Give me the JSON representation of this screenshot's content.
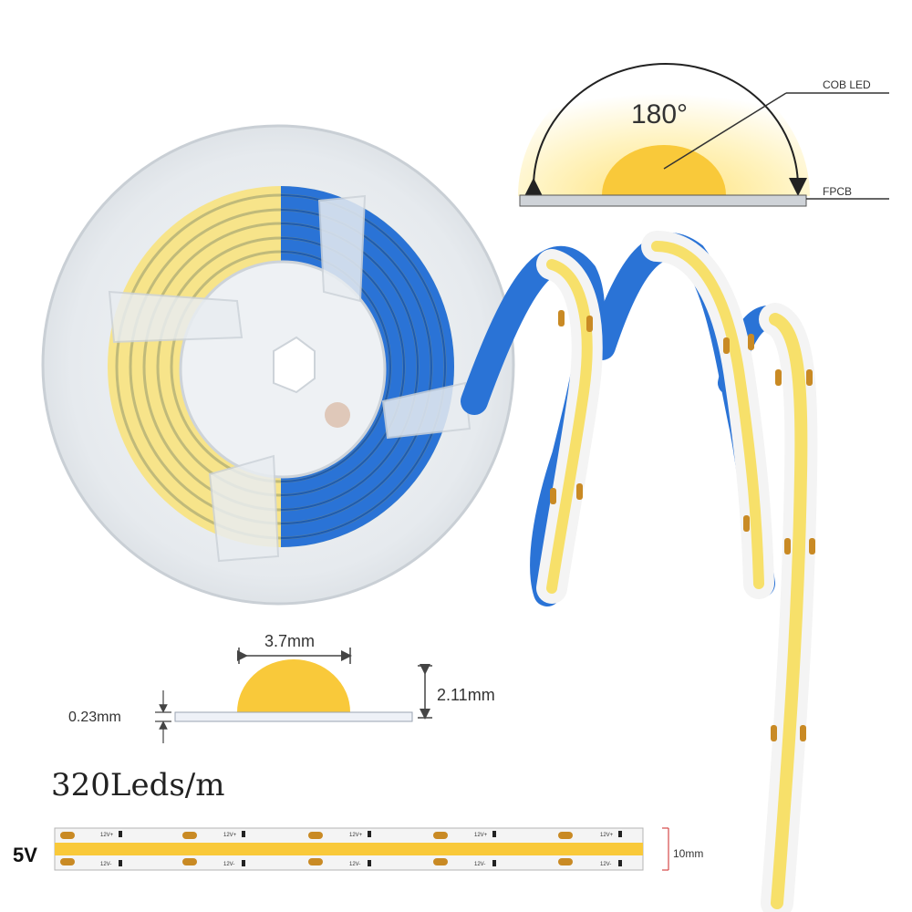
{
  "beam_diagram": {
    "angle_label": "180°",
    "led_label": "COB LED",
    "pcb_label": "FPCB"
  },
  "dimensions": {
    "width_label": "3.7mm",
    "height_label": "2.11mm",
    "thickness_label": "0.23mm"
  },
  "density_label": "320Leds/m",
  "voltage_label": "5V",
  "strip_width_label": "10mm",
  "strip_markings": {
    "plus": "12V+",
    "minus": "12V-"
  },
  "colors": {
    "led_yellow": "#f9c93a",
    "glow": "#fff4c2",
    "fpcb_blue": "#2a73d6",
    "strip_white": "#f4f4f4",
    "pad_orange": "#c98a24",
    "dimension_red": "#d64a4a"
  }
}
